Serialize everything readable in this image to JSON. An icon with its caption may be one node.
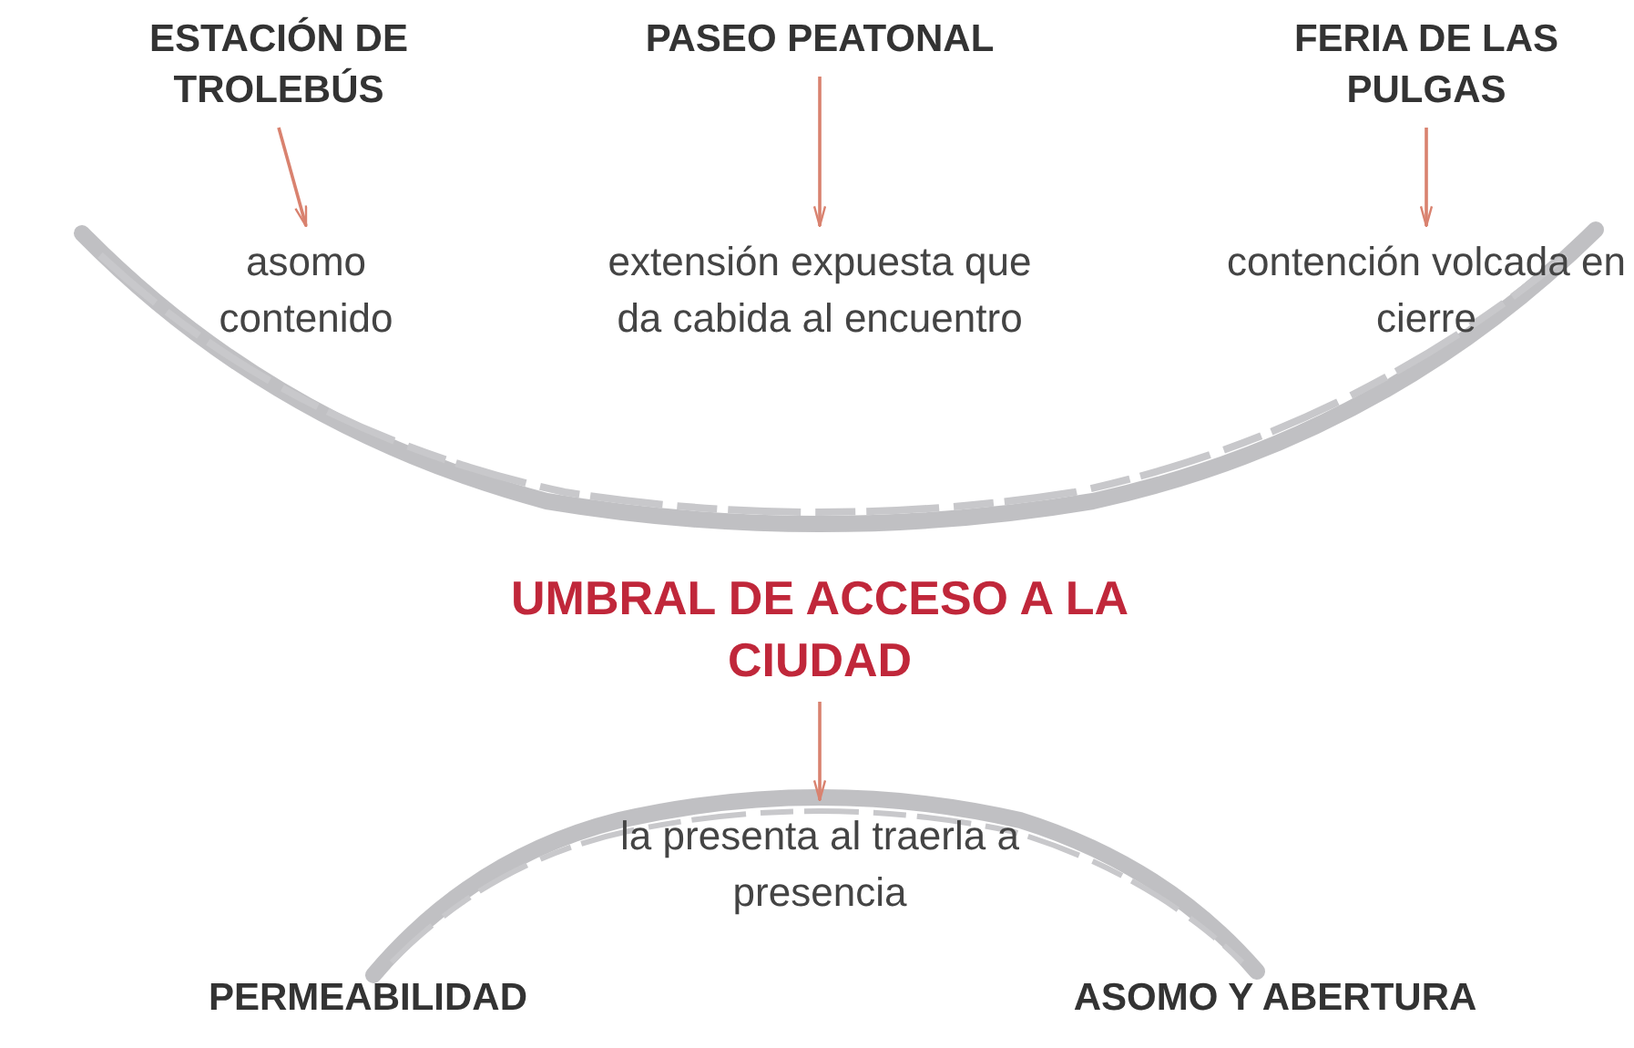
{
  "diagram": {
    "nodes": [
      {
        "text": [
          "ESTACIÓN DE TROLEBÚS"
        ]
      },
      {
        "text": [
          "asomo contenido"
        ]
      },
      {
        "text": [
          "PASEO PEATONAL"
        ]
      },
      {
        "text": [
          "extensión expuesta que da cabida al encuentro"
        ]
      },
      {
        "text": [
          "FERIA DE LAS PULGAS"
        ]
      },
      {
        "text": [
          "contención volcada en cierre"
        ]
      },
      {
        "text": [
          "UMBRAL DE ACCESO A LA CIUDAD"
        ]
      },
      {
        "text": [
          "la presenta al traerla a presencia"
        ]
      }
    ],
    "edges": [
      {
        "from": 0,
        "to": 1,
        "arrow": "to"
      },
      {
        "from": 2,
        "to": 3,
        "arrow": "to"
      },
      {
        "from": 4,
        "to": 5,
        "arrow": "to"
      },
      {
        "from": 6,
        "to": 7,
        "arrow": "to"
      }
    ],
    "labels": [
      "PERMEABILIDAD",
      "ASOMO Y ABERTURA"
    ]
  }
}
